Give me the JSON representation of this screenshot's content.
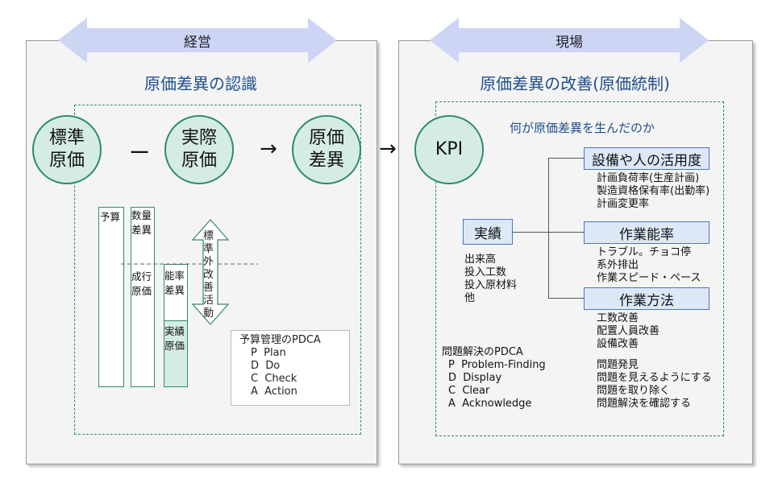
{
  "top_arrows": {
    "left": "経営",
    "right": "現場"
  },
  "left_panel": {
    "title": "原価差異の認識",
    "circles": {
      "standard_cost": "標準\n原価",
      "actual_cost": "実際\n原価",
      "cost_variance": "原価\n差異"
    },
    "minus_op": "ー",
    "arrow_op": "→",
    "bars": {
      "budget": "予算",
      "quantity_variance": "数量\n差異",
      "result_cost": "成行\n原価",
      "efficiency_variance": "能率\n差異",
      "actual_result_cost": "実績\n原価"
    },
    "improvement_arrow_label": "標準外改善活動",
    "pdca": {
      "title": "予算管理のPDCA",
      "items": [
        "P  Plan",
        "D  Do",
        "C  Check",
        "A  Action"
      ]
    }
  },
  "between_arrow": "→",
  "right_panel": {
    "title": "原価差異の改善(原価統制)",
    "kpi": "KPI",
    "question": "何が原価差異を生んだのか",
    "actual": {
      "label": "実績",
      "items": [
        "出来高",
        "投入工数",
        "投入原材料",
        "他"
      ]
    },
    "categories": [
      {
        "label": "設備や人の活用度",
        "items": [
          "計画負荷率(生産計画)",
          "製造資格保有率(出勤率)",
          "計画変更率"
        ]
      },
      {
        "label": "作業能率",
        "items": [
          "トラブル。チョコ停",
          "系外排出",
          "作業スピード・ペース"
        ]
      },
      {
        "label": "作業方法",
        "items": [
          "工数改善",
          "配置人員改善",
          "設備改善"
        ]
      }
    ],
    "pdca": {
      "title": "問題解決のPDCA",
      "items": [
        "P  Problem-Finding",
        "D  Display",
        "C  Clear",
        "A  Acknowledge"
      ],
      "meanings": [
        "問題発見",
        "問題を見えるようにする",
        "問題を取り除く",
        "問題解決を確認する"
      ]
    }
  }
}
